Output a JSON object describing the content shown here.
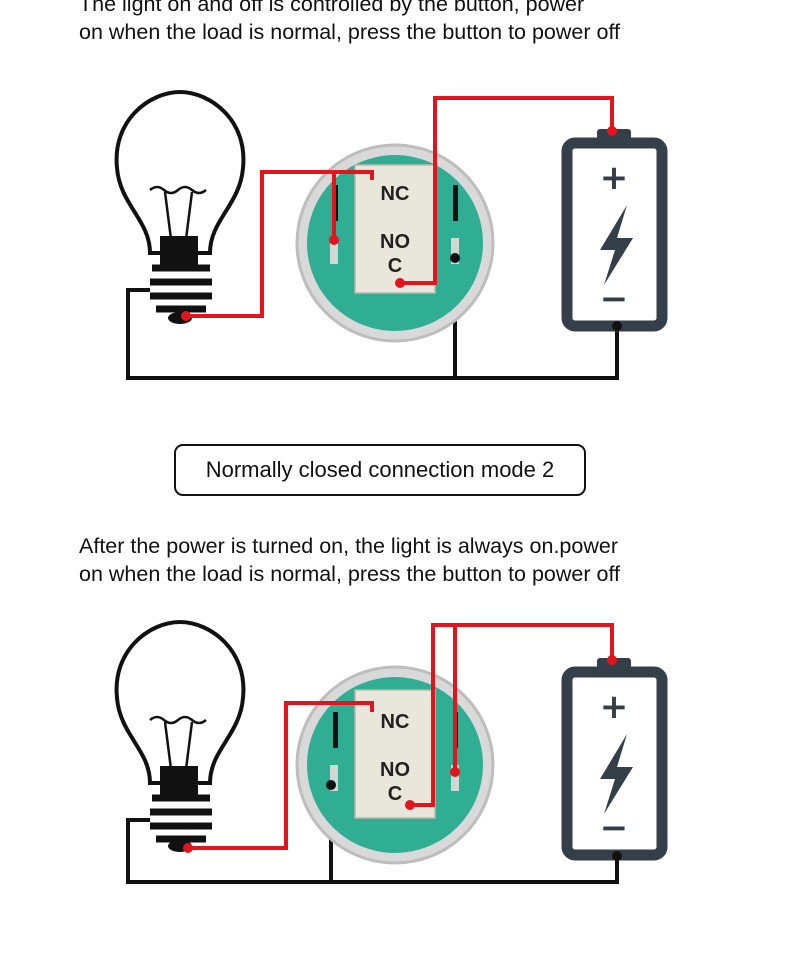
{
  "caption_top": {
    "line1": "The light on and off is controlled by the button,  power",
    "line2": "on when the load is normal,  press the button to power off"
  },
  "mode_label": "Normally closed connection mode 2",
  "caption_bottom": {
    "line1": "After the power is turned on, the light is always on.power",
    "line2": "on when the load is normal,  press the button to power off"
  },
  "diagram_top": {
    "terminal_nc": "NC",
    "terminal_no": "NO",
    "terminal_c": "C",
    "battery_plus": "+",
    "battery_minus": "−"
  },
  "diagram_bottom": {
    "terminal_nc": "NC",
    "terminal_no": "NO",
    "terminal_c": "C",
    "battery_plus": "+",
    "battery_minus": "−"
  },
  "colors": {
    "wire_live": "#e3141d",
    "wire_neutral": "#111111",
    "switch_body": "#2fae93",
    "battery": "#343f4a",
    "terminal_block": "#e9e6dc"
  }
}
